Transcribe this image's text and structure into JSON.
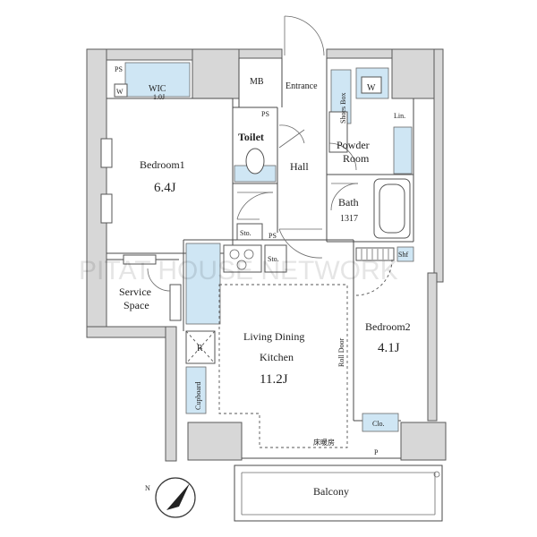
{
  "rooms": {
    "ps_top": "PS",
    "wic": "WIC",
    "wic_size": "1.0J",
    "wic_w": "W",
    "mb": "MB",
    "entrance": "Entrance",
    "shoes_box": "Shoes Box",
    "w": "W",
    "lin": "Lin.",
    "ps_toilet": "PS",
    "toilet": "Toilet",
    "bedroom1": "Bedroom1",
    "bedroom1_size": "6.4J",
    "hall": "Hall",
    "powder_room_1": "Powder",
    "powder_room_2": "Room",
    "bath": "Bath",
    "bath_size": "1317",
    "sto_1": "Sto.",
    "ps_mid": "PS",
    "sto_2": "Sto.",
    "shelf": "Shf",
    "service_space_1": "Service",
    "service_space_2": "Space",
    "ldk_1": "Living Dining",
    "ldk_2": "Kitchen",
    "ldk_size": "11.2J",
    "roll_door": "Roll Door",
    "bedroom2": "Bedroom2",
    "bedroom2_size": "4.1J",
    "r": "R",
    "cupboard": "Cupboard",
    "clo": "Clo.",
    "p": "P",
    "floor_step": "床暖房",
    "balcony": "Balcony"
  },
  "watermark": "PITAT HOUSE NETWORK",
  "colors": {
    "wall": "#d7d7d7",
    "fixture_blue": "#cfe6f4",
    "line": "#4a4a4a"
  },
  "compass": {
    "label": "N"
  }
}
